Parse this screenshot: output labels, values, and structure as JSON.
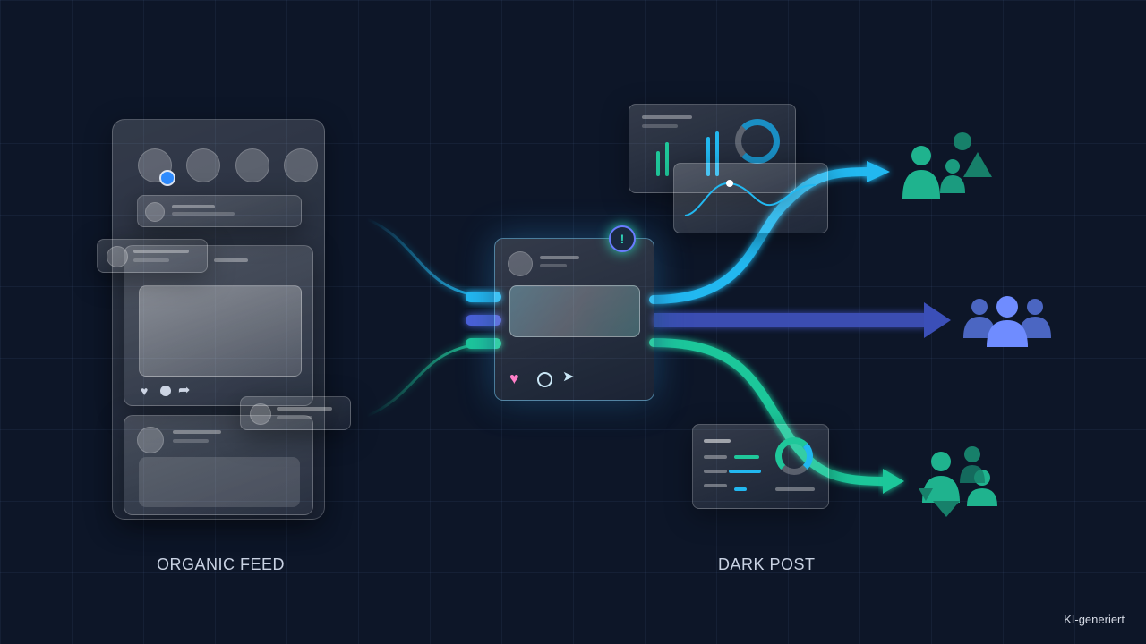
{
  "labels": {
    "left": "ORGANIC FEED",
    "right": "DARK POST",
    "watermark": "KI-generiert"
  },
  "colors": {
    "background": "#0d1628",
    "flow_cyan": "#22b8f0",
    "flow_blue": "#4b5fd8",
    "flow_green": "#1fc79a",
    "audience_teal": "#1fb38e",
    "audience_blue": "#5b7be8",
    "notification": "#2fd3b8"
  },
  "icons": [
    "notification-badge-icon",
    "heart-icon",
    "comment-icon",
    "share-icon",
    "send-icon",
    "like-icon",
    "audience-group-icon",
    "arrow-icon"
  ],
  "notification_badge": "!"
}
